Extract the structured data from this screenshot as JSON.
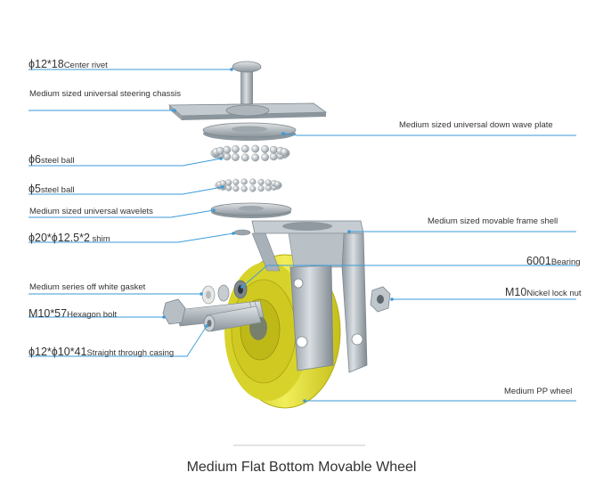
{
  "caption": "Medium Flat Bottom Movable Wheel",
  "colors": {
    "leader": "#3a9ad9",
    "metal": "#a9b2b8",
    "metal_dark": "#7c868d",
    "metal_light": "#d6dbdf",
    "wheel": "#e6e23a",
    "wheel_dark": "#c9c41e",
    "text": "#333333"
  },
  "labels": {
    "center_rivet": {
      "spec": "ϕ12*18",
      "name": "Center rivet"
    },
    "chassis": {
      "spec": "",
      "name": "Medium sized universal steering chassis"
    },
    "down_wave": {
      "spec": "",
      "name": "Medium sized universal down wave plate"
    },
    "steel_ball_6": {
      "spec": "ϕ6",
      "name": "steel ball"
    },
    "steel_ball_5": {
      "spec": "ϕ5",
      "name": "steel ball"
    },
    "wavelets": {
      "spec": "",
      "name": "Medium sized universal wavelets"
    },
    "frame_shell": {
      "spec": "",
      "name": "Medium sized movable frame shell"
    },
    "shim": {
      "spec": "ϕ20*ϕ12.5*2",
      "name": " shim"
    },
    "bearing": {
      "spec": "6001",
      "name": "Bearing"
    },
    "gasket": {
      "spec": "",
      "name": "Medium series off white gasket"
    },
    "lock_nut": {
      "spec": "M10",
      "name": "Nickel lock nut"
    },
    "hex_bolt": {
      "spec": "M10*57",
      "name": "Hexagon bolt"
    },
    "casing": {
      "spec": "ϕ12*ϕ10*41",
      "name": "Straight through casing"
    },
    "pp_wheel": {
      "spec": "",
      "name": "Medium PP wheel"
    }
  }
}
